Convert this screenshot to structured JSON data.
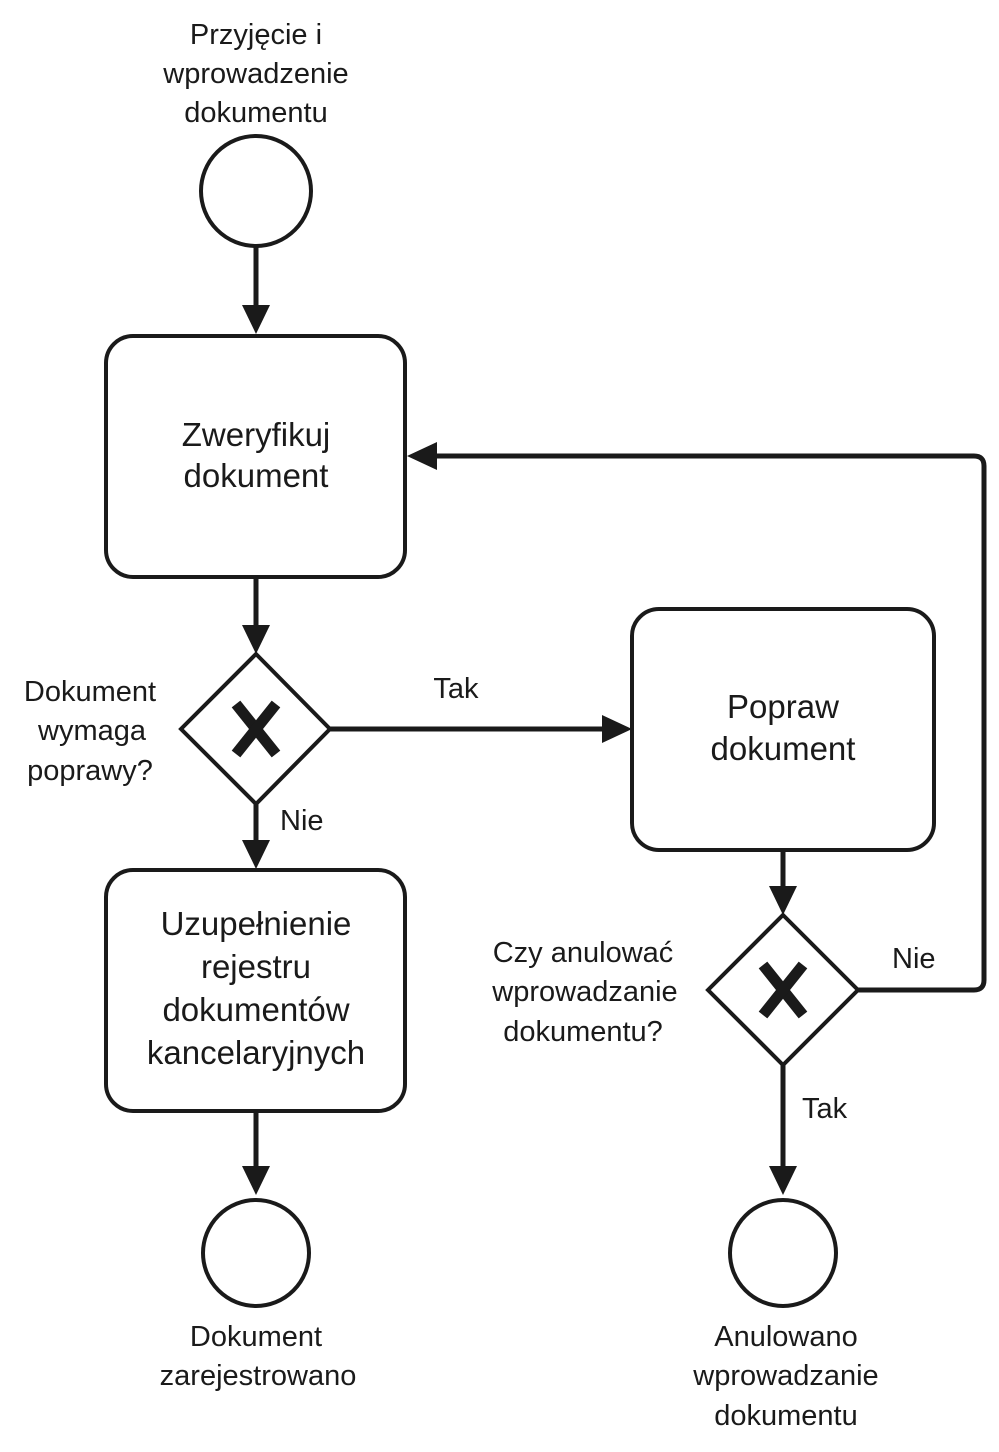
{
  "diagram": {
    "type": "bpmn-process",
    "colors": {
      "stroke": "#1a1a1a",
      "fill": "#ffffff",
      "text": "#1a1a1a"
    },
    "nodes": {
      "start": {
        "kind": "start-event",
        "lines": [
          "Przyjęcie i",
          "wprowadzenie",
          "dokumentu"
        ]
      },
      "verify": {
        "kind": "task",
        "lines": [
          "Zweryfikuj",
          "dokument"
        ]
      },
      "gw_fix": {
        "kind": "exclusive-gateway",
        "icon": "x-icon",
        "lines": [
          "Dokument",
          "wymaga",
          "poprawy?"
        ]
      },
      "fix": {
        "kind": "task",
        "lines": [
          "Popraw",
          "dokument"
        ]
      },
      "register": {
        "kind": "task",
        "lines": [
          "Uzupełnienie",
          "rejestru",
          "dokumentów",
          "kancelaryjnych"
        ]
      },
      "gw_cancel": {
        "kind": "exclusive-gateway",
        "icon": "x-icon",
        "lines": [
          "Czy anulować",
          "wprowadzanie",
          "dokumentu?"
        ]
      },
      "end_registered": {
        "kind": "end-event",
        "lines": [
          "Dokument",
          "zarejestrowano"
        ]
      },
      "end_cancelled": {
        "kind": "end-event",
        "lines": [
          "Anulowano",
          "wprowadzanie",
          "dokumentu"
        ]
      }
    },
    "flows": [
      {
        "from": "start",
        "to": "verify",
        "label": ""
      },
      {
        "from": "verify",
        "to": "gw_fix",
        "label": ""
      },
      {
        "from": "gw_fix",
        "to": "fix",
        "label": "Tak"
      },
      {
        "from": "gw_fix",
        "to": "register",
        "label": "Nie"
      },
      {
        "from": "fix",
        "to": "gw_cancel",
        "label": ""
      },
      {
        "from": "gw_cancel",
        "to": "verify",
        "label": "Nie"
      },
      {
        "from": "gw_cancel",
        "to": "end_cancelled",
        "label": "Tak"
      },
      {
        "from": "register",
        "to": "end_registered",
        "label": ""
      }
    ]
  }
}
